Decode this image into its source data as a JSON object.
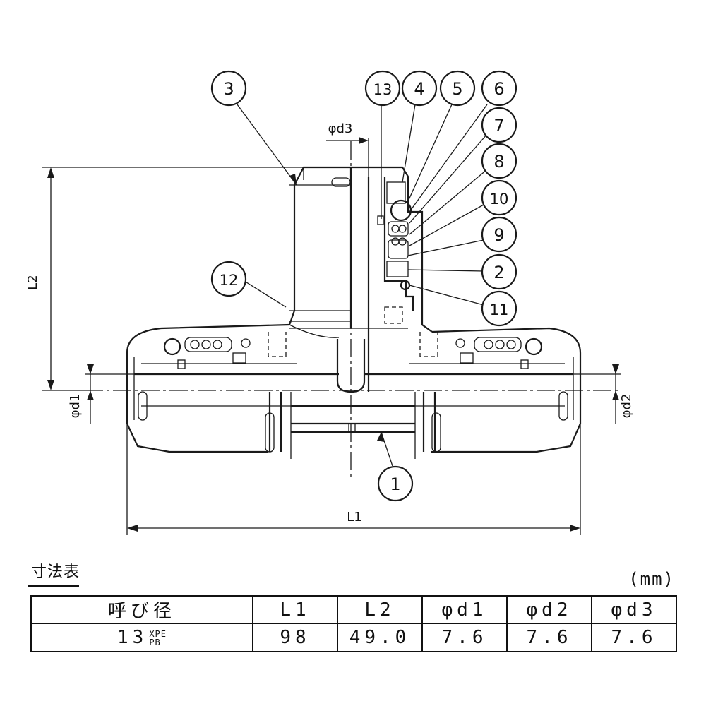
{
  "callouts": [
    "1",
    "2",
    "3",
    "4",
    "5",
    "6",
    "7",
    "8",
    "9",
    "10",
    "11",
    "12",
    "13"
  ],
  "dimensions": {
    "L1": "L1",
    "L2": "L2",
    "d1": "φd1",
    "d2": "φd2",
    "d3": "φd3"
  },
  "table": {
    "title": "寸法表",
    "unit": "(mm)",
    "headers": [
      "呼び径",
      "L1",
      "L2",
      "φd1",
      "φd2",
      "φd3"
    ],
    "row": {
      "size_main": "13",
      "size_sup": "XPE",
      "size_sub": "PB",
      "values": [
        "98",
        "49.0",
        "7.6",
        "7.6",
        "7.6"
      ]
    }
  }
}
